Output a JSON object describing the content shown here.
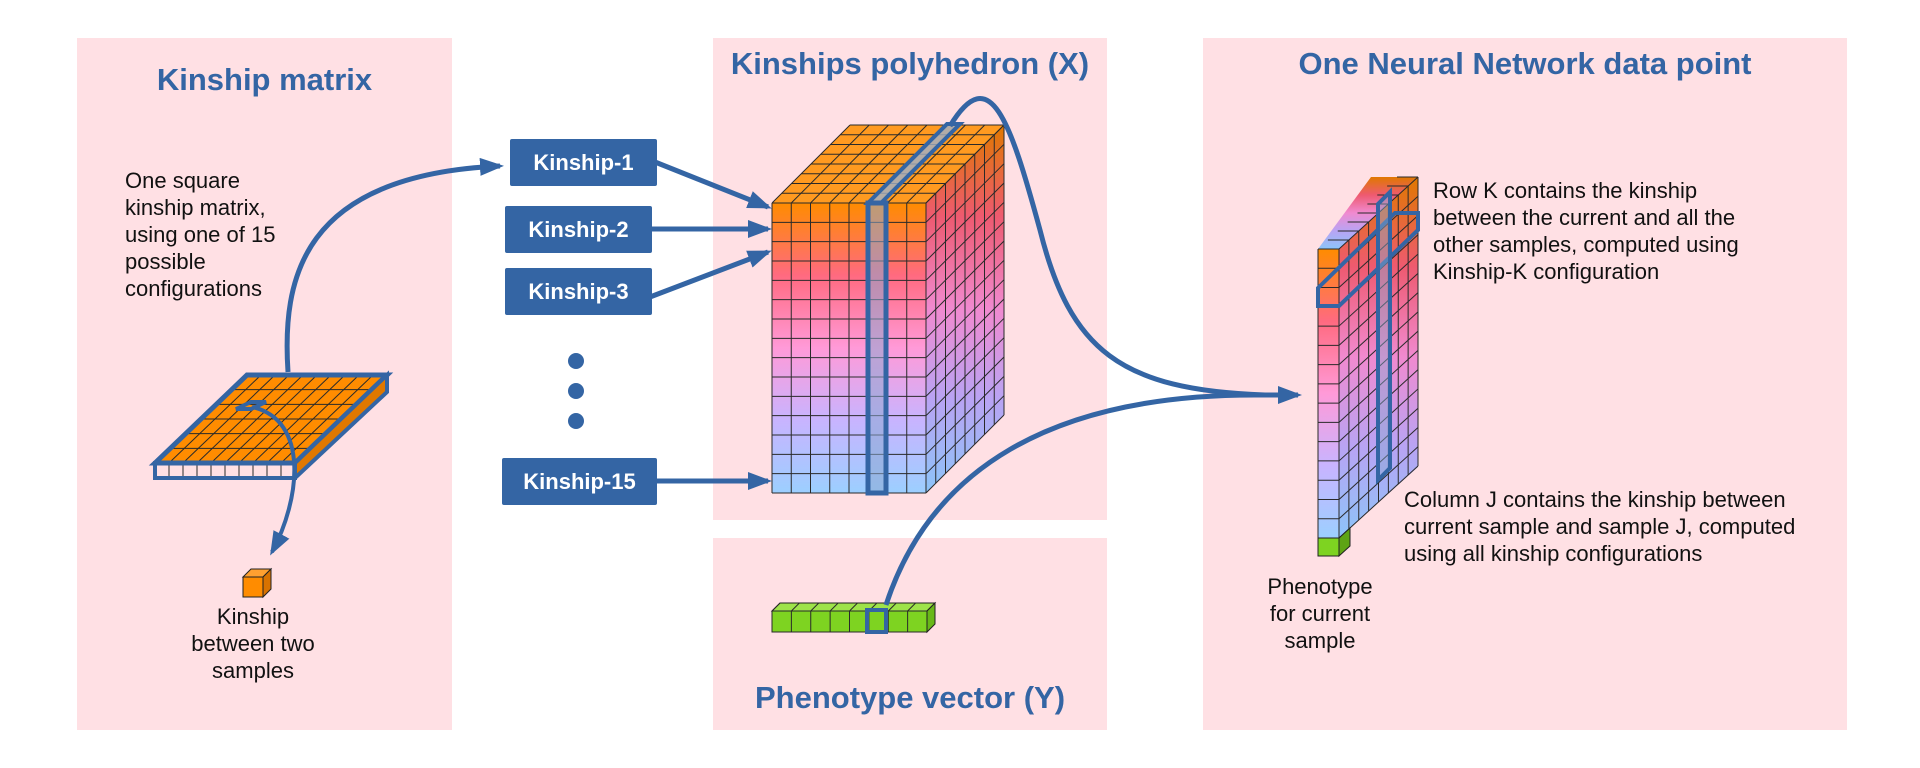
{
  "panels": {
    "kinship_matrix": {
      "title": "Kinship matrix",
      "desc_lines": [
        "One square",
        "kinship matrix,",
        "using one of 15",
        "possible",
        "configurations"
      ],
      "cell_lines": [
        "Kinship",
        "between two",
        "samples"
      ]
    },
    "polyhedron": {
      "title": "Kinships polyhedron (X)"
    },
    "phenotype": {
      "title": "Phenotype vector (Y)"
    },
    "neural": {
      "title": "One Neural Network data point",
      "row_lines": [
        "Row K contains the kinship",
        "between the current and all the",
        "other samples, computed using",
        "Kinship-K configuration"
      ],
      "col_lines": [
        "Column J contains the kinship between",
        "current sample and sample J, computed",
        "using all kinship configurations"
      ],
      "pheno_lines": [
        "Phenotype",
        "for current",
        "sample"
      ]
    }
  },
  "kinships": [
    "Kinship-1",
    "Kinship-2",
    "Kinship-3",
    "Kinship-15"
  ],
  "colors": {
    "panel_bg": "#ffe0e4",
    "accent": "#3465a4",
    "orange": "#ff8c00",
    "green": "#7ed321",
    "gradient": [
      "#ff8c00",
      "#ff6a80",
      "#ff9ad8",
      "#c8b4ff",
      "#9ccfff"
    ]
  }
}
